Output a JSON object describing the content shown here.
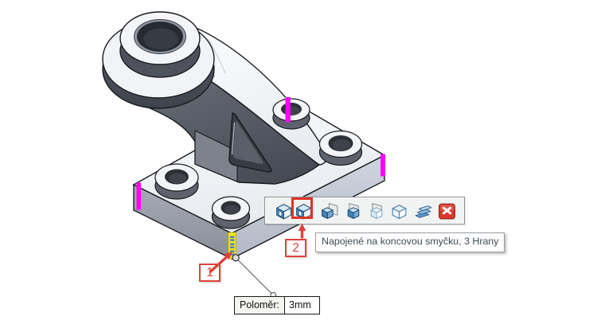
{
  "scene": {
    "background": "#ffffff",
    "part": "cad-bracket-with-fillet-edge-selection"
  },
  "context_toolbar": {
    "selected_index": 1,
    "icons": [
      {
        "name": "connected-start-loop-icon",
        "selected": false
      },
      {
        "name": "connected-end-loop-icon",
        "selected": true
      },
      {
        "name": "connected-start-face-icon",
        "selected": false
      },
      {
        "name": "connected-mid-face-icon",
        "selected": false
      },
      {
        "name": "connected-end-face-icon",
        "selected": false
      },
      {
        "name": "closed-loop-icon",
        "selected": false
      },
      {
        "name": "tangent-chain-icon",
        "selected": false
      },
      {
        "name": "close-icon",
        "selected": false
      }
    ]
  },
  "tooltip": {
    "text": "Napojené na koncovou smyčku, 3 Hrany"
  },
  "radius_callout": {
    "label": "Poloměr:",
    "value": "3mm"
  },
  "markers": [
    {
      "label": "1"
    },
    {
      "label": "2"
    }
  ],
  "colors": {
    "selected_edge_yellow": "#F6E614",
    "selection_dash_blue": "#4D82CC",
    "preview_edge_magenta": "#FF00FF",
    "annotation_red": "#E04038",
    "selection_box_red": "#E03226",
    "part_dark_gray": "#4A4F59",
    "part_light_gray": "#F2F4F7"
  }
}
